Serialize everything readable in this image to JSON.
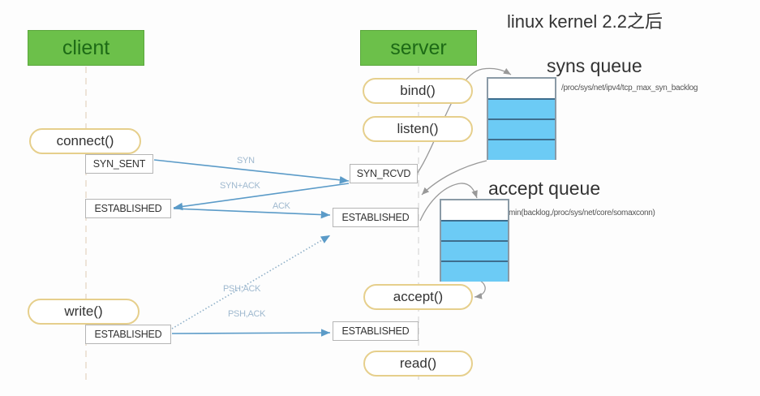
{
  "title": "linux  kernel 2.2之后",
  "colors": {
    "header_green": "#6cc04a",
    "header_text": "#1d6a16",
    "pill_border": "#e6cf8c",
    "arrow_blue": "#5b9bc8",
    "queue_fill": "#6ccbf5",
    "message_label": "#9fb9cf"
  },
  "client": {
    "header": "client",
    "calls": {
      "connect": "connect()",
      "write": "write()"
    },
    "states": {
      "syn_sent": "SYN_SENT",
      "established_1": "ESTABLISHED",
      "established_2": "ESTABLISHED"
    }
  },
  "server": {
    "header": "server",
    "calls": {
      "bind": "bind()",
      "listen": "listen()",
      "accept": "accept()",
      "read": "read()"
    },
    "states": {
      "syn_rcvd": "SYN_RCVD",
      "established_1": "ESTABLISHED",
      "established_2": "ESTABLISHED"
    }
  },
  "messages": {
    "syn": "SYN",
    "syn_ack": "SYN+ACK",
    "ack": "ACK",
    "psh_ack_dotted": "PSH,ACK",
    "psh_ack": "PSH,ACK"
  },
  "syns_queue": {
    "title": "syns queue",
    "note": "/proc/sys/net/ipv4/tcp_max_syn_backlog",
    "filled_slots": 3,
    "total_slots": 4
  },
  "accept_queue": {
    "title": "accept queue",
    "note": "min(backlog,/proc/sys/net/core/somaxconn)",
    "filled_slots": 3,
    "total_slots": 4
  }
}
